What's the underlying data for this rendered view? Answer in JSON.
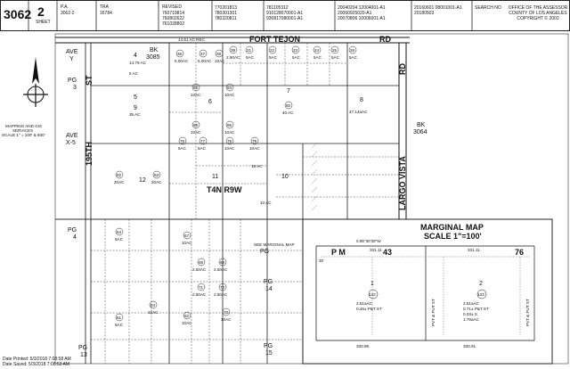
{
  "header": {
    "page_number": "3062",
    "sheet_number": "2",
    "sheet_label": "SHEET",
    "pa_label": "P.A.",
    "pa_value": "3062-2",
    "tra_label": "TRA",
    "tra_value": "16784",
    "revised_label": "REVISED",
    "revised_dates": [
      "760719814",
      "760802622",
      "761028802"
    ],
    "revision_codes_a": [
      "770201813",
      "780301301",
      "780320811"
    ],
    "revision_codes_b": [
      "781105312",
      "910128070001-A1",
      "930817080001-A1"
    ],
    "revision_codes_c": [
      "20040204 12004001-A1",
      "20060925020-A1",
      "20070806 10006001-A1"
    ],
    "revision_codes_d": [
      "20160601 08001001-A1",
      "20180503"
    ],
    "search_no_label": "SEARCH NO",
    "office_lines": [
      "OFFICE OF THE ASSESSOR",
      "COUNTY OF LOS ANGELES",
      "COPYRIGHT © 2002"
    ]
  },
  "map": {
    "road_fort_tejon": "FORT TEJON",
    "road_rd": "RD",
    "road_largo_vista": "LARGO VISTA",
    "road_rd_vertical": "RD",
    "street_195th": "195TH",
    "street_st": "ST",
    "ave_y": "AVE\nY",
    "ave_x5": "AVE\nX-5",
    "bk_3085": "BK\n3085",
    "bk_3064": "BK\n3064",
    "pg_3": "PG\n3",
    "pg_4": "PG\n4",
    "pg_13": "PG\n13",
    "pg_14": "PG\n14",
    "pg_15": "PG\n15",
    "township": "T4N R9W",
    "see_marginal": "SEE MARGINAL MAP",
    "mapping_note": "MAPPING AND GIS\nSERVICES\nSCALE 1\" = 100' & 800'",
    "acreage_rec": "14.61 AC REC",
    "block_numbers": [
      "4",
      "5",
      "6",
      "7",
      "8",
      "10",
      "11",
      "12"
    ],
    "parcels_top": [
      {
        "num": "36",
        "area": "5.00AC"
      },
      {
        "num": "37",
        "area": "5.00AC"
      },
      {
        "num": "38",
        "area": "10AC"
      },
      {
        "num": "39",
        "area": "2.50AC"
      },
      {
        "num": "21",
        "area": "5AC"
      },
      {
        "num": "22",
        "area": "5AC"
      },
      {
        "num": "23",
        "area": "5AC"
      },
      {
        "num": "24",
        "area": "5AC"
      },
      {
        "num": "25",
        "area": "5AC"
      },
      {
        "num": "26",
        "area": "5AC"
      }
    ],
    "parcels_mid": [
      {
        "num": "83",
        "area": "10AC"
      },
      {
        "num": "84",
        "area": "10AC"
      },
      {
        "num": "85",
        "area": "10AC"
      },
      {
        "num": "86",
        "area": "10AC"
      },
      {
        "num": "80",
        "area": "40 AC"
      },
      {
        "num": "82",
        "area": "20AC"
      },
      {
        "num": "93",
        "area": "20AC"
      },
      {
        "num": "76",
        "area": "5AC"
      },
      {
        "num": "77",
        "area": "5AC"
      },
      {
        "num": "78",
        "area": "10AC"
      },
      {
        "num": "79",
        "area": "10AC"
      }
    ],
    "parcels_low": [
      {
        "num": "64",
        "area": "5AC"
      },
      {
        "num": "67",
        "area": "10AC"
      },
      {
        "num": "68",
        "area": "2.50AC"
      },
      {
        "num": "69",
        "area": "2.50AC"
      },
      {
        "num": "71",
        "area": "2.50AC"
      },
      {
        "num": "72",
        "area": "2.50AC"
      },
      {
        "num": "73",
        "area": "10AC"
      },
      {
        "num": "54",
        "area": "10AC"
      },
      {
        "num": "61",
        "area": "5AC"
      },
      {
        "num": "62",
        "area": "10AC"
      }
    ],
    "parcel_lettering": [
      "9",
      "35 AC",
      "14.79 AC",
      "5 AC",
      "47.14aAC",
      "18 AC",
      "10 AC",
      "133",
      "5 AC"
    ]
  },
  "marginal_map": {
    "title": "MARGINAL MAP",
    "scale": "SCALE 1\"=100'",
    "pm_label": "P M",
    "pm_number": "43",
    "pm_page": "76",
    "top_dims": "0.85\"30'38\"W",
    "dim_331": "331.11",
    "parcel_1_num": "1",
    "parcel_1_id": "132",
    "parcel_1_area": "2.51aAC",
    "parcel_1_area2": "0.46± P&T ST",
    "parcel_2_num": "2",
    "parcel_2_id": "133",
    "parcel_2_area": "2.51aAC",
    "parcel_2_area2": "0.71± P&T ST",
    "parcel_2_area3": "0.03± S",
    "parcel_2_area4": "1.79aAC",
    "bottom_dims_left": "330.96",
    "bottom_dims_right": "330.91",
    "side_dim": "30",
    "pvt_st": "PVT & PUT ST"
  },
  "footer": {
    "date_printed": "Date Printed: 5/3/2018 7:08:58 AM",
    "date_saved": "Date Saved: 5/3/2018 7:08:53 AM"
  }
}
